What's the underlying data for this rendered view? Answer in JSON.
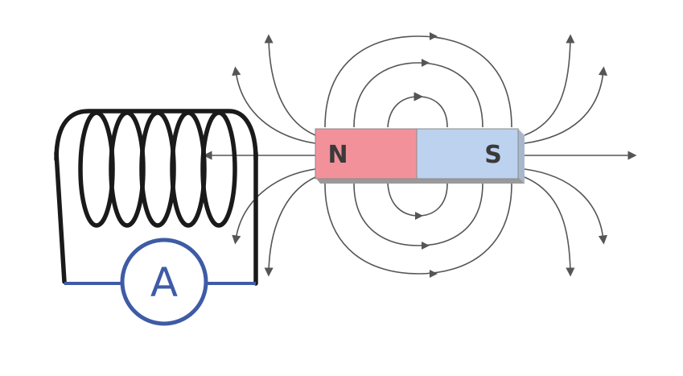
{
  "diagram": {
    "magnet": {
      "north_label": "N",
      "south_label": "S",
      "north_color": "#f3919b",
      "south_color": "#bcd2ee",
      "bevel_color": "#9a9a9a"
    },
    "ammeter": {
      "label": "A",
      "color": "#3e5ba6"
    },
    "coil": {
      "turns": 5,
      "wire_color": "#1a1a1a"
    },
    "field_lines": {
      "color": "#555555"
    }
  }
}
